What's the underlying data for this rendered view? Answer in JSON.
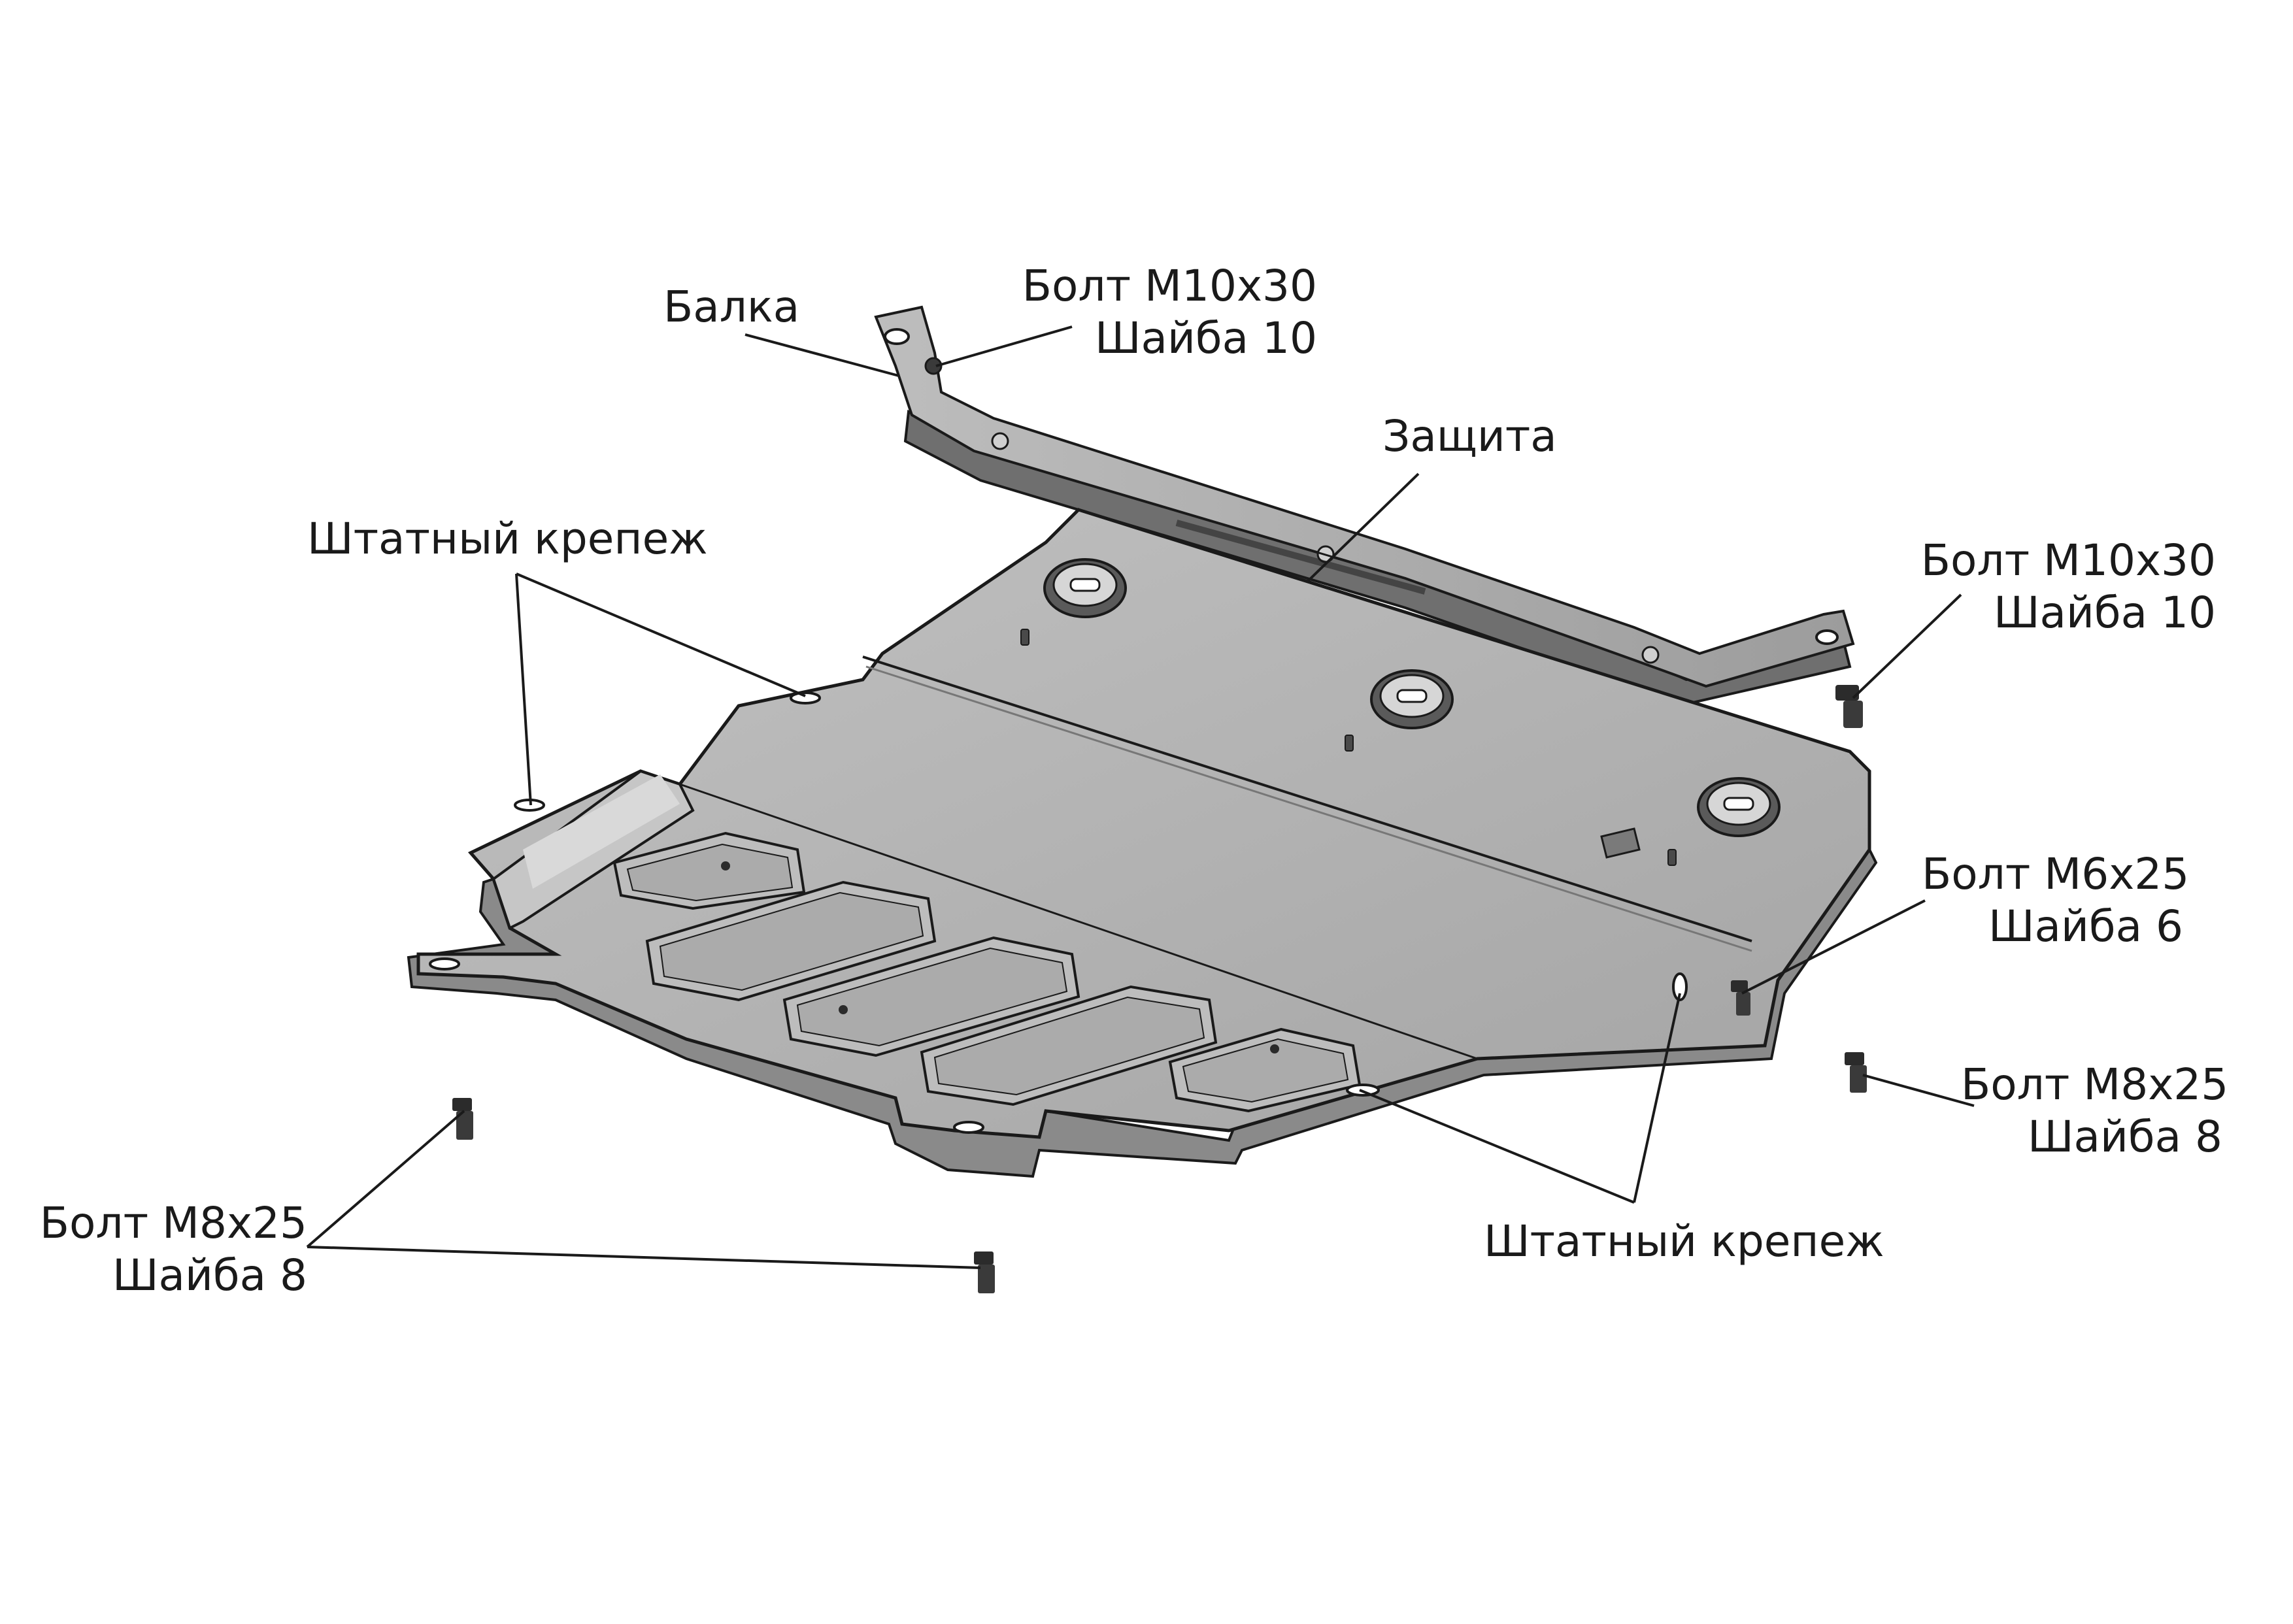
{
  "labels": {
    "balka": "Балка",
    "top_bolt": [
      "Болт М10х30",
      "Шайба 10"
    ],
    "zashchita": "Защита",
    "shtatny_left": "Штатный крепеж",
    "right_bolt_m10": [
      "Болт М10х30",
      "Шайба 10"
    ],
    "right_bolt_m6": [
      "Болт М6х25",
      "Шайба 6"
    ],
    "right_bolt_m8": [
      "Болт М8х25",
      "Шайба 8"
    ],
    "left_bolt_m8": [
      "Болт М8х25",
      "Шайба 8"
    ],
    "shtatny_bottom": "Штатный крепеж"
  },
  "colors": {
    "plate_fill": "#b4b4b4",
    "plate_shadow": "#8e8e8e",
    "plate_light": "#cfcfcf",
    "line": "#1a1a1a",
    "fastener": "#2b2b2b"
  }
}
